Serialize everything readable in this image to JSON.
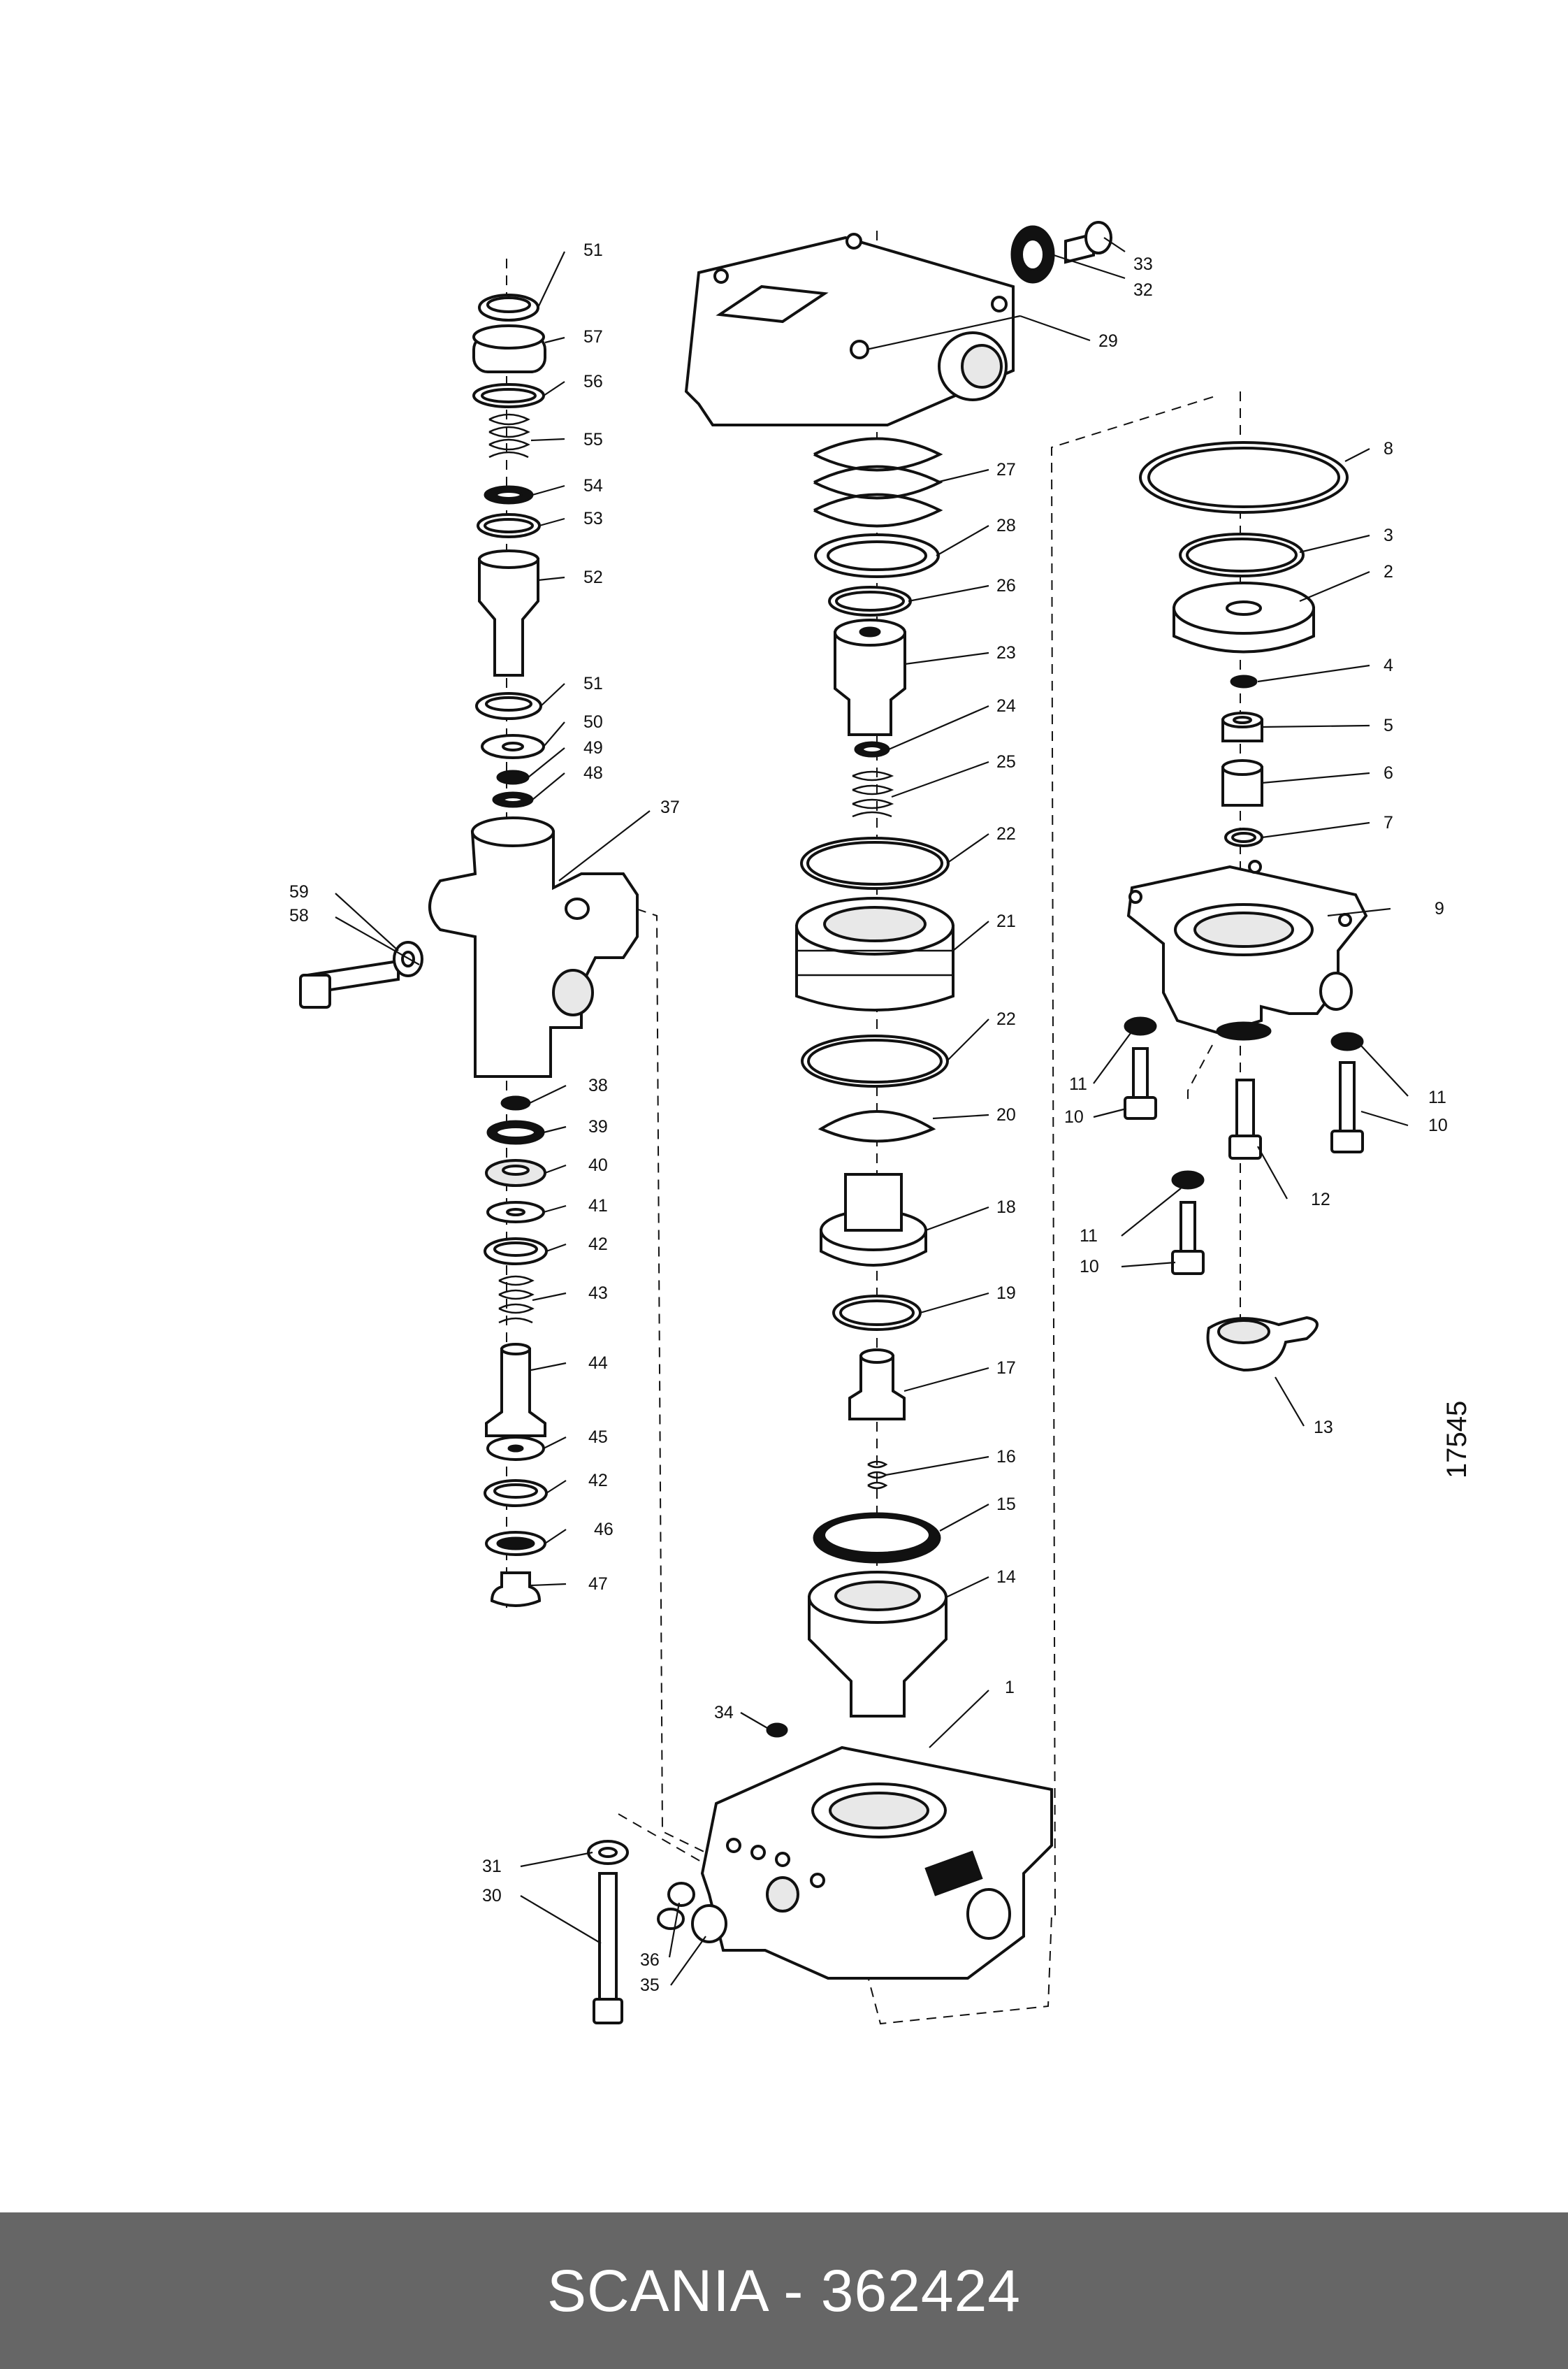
{
  "drawing_number": "17545",
  "footer": {
    "title": "SCANIA - 362424"
  },
  "callouts": {
    "c1": "1",
    "c2": "2",
    "c3": "3",
    "c4": "4",
    "c5": "5",
    "c6": "6",
    "c7": "7",
    "c8": "8",
    "c9": "9",
    "c10a": "10",
    "c10b": "10",
    "c10c": "10",
    "c11a": "11",
    "c11b": "11",
    "c11c": "11",
    "c12": "12",
    "c13": "13",
    "c14": "14",
    "c15": "15",
    "c16": "16",
    "c17": "17",
    "c18": "18",
    "c19": "19",
    "c20": "20",
    "c21": "21",
    "c22a": "22",
    "c22b": "22",
    "c23": "23",
    "c24": "24",
    "c25": "25",
    "c26": "26",
    "c27": "27",
    "c28": "28",
    "c29": "29",
    "c30": "30",
    "c31": "31",
    "c32": "32",
    "c33": "33",
    "c34": "34",
    "c35": "35",
    "c36": "36",
    "c37": "37",
    "c38": "38",
    "c39": "39",
    "c40": "40",
    "c41": "41",
    "c42a": "42",
    "c42b": "42",
    "c43": "43",
    "c44": "44",
    "c45": "45",
    "c46": "46",
    "c47": "47",
    "c48": "48",
    "c49": "49",
    "c50": "50",
    "c51a": "51",
    "c51b": "51",
    "c52": "52",
    "c53": "53",
    "c54": "54",
    "c55": "55",
    "c56": "56",
    "c57": "57",
    "c58": "58",
    "c59": "59"
  }
}
